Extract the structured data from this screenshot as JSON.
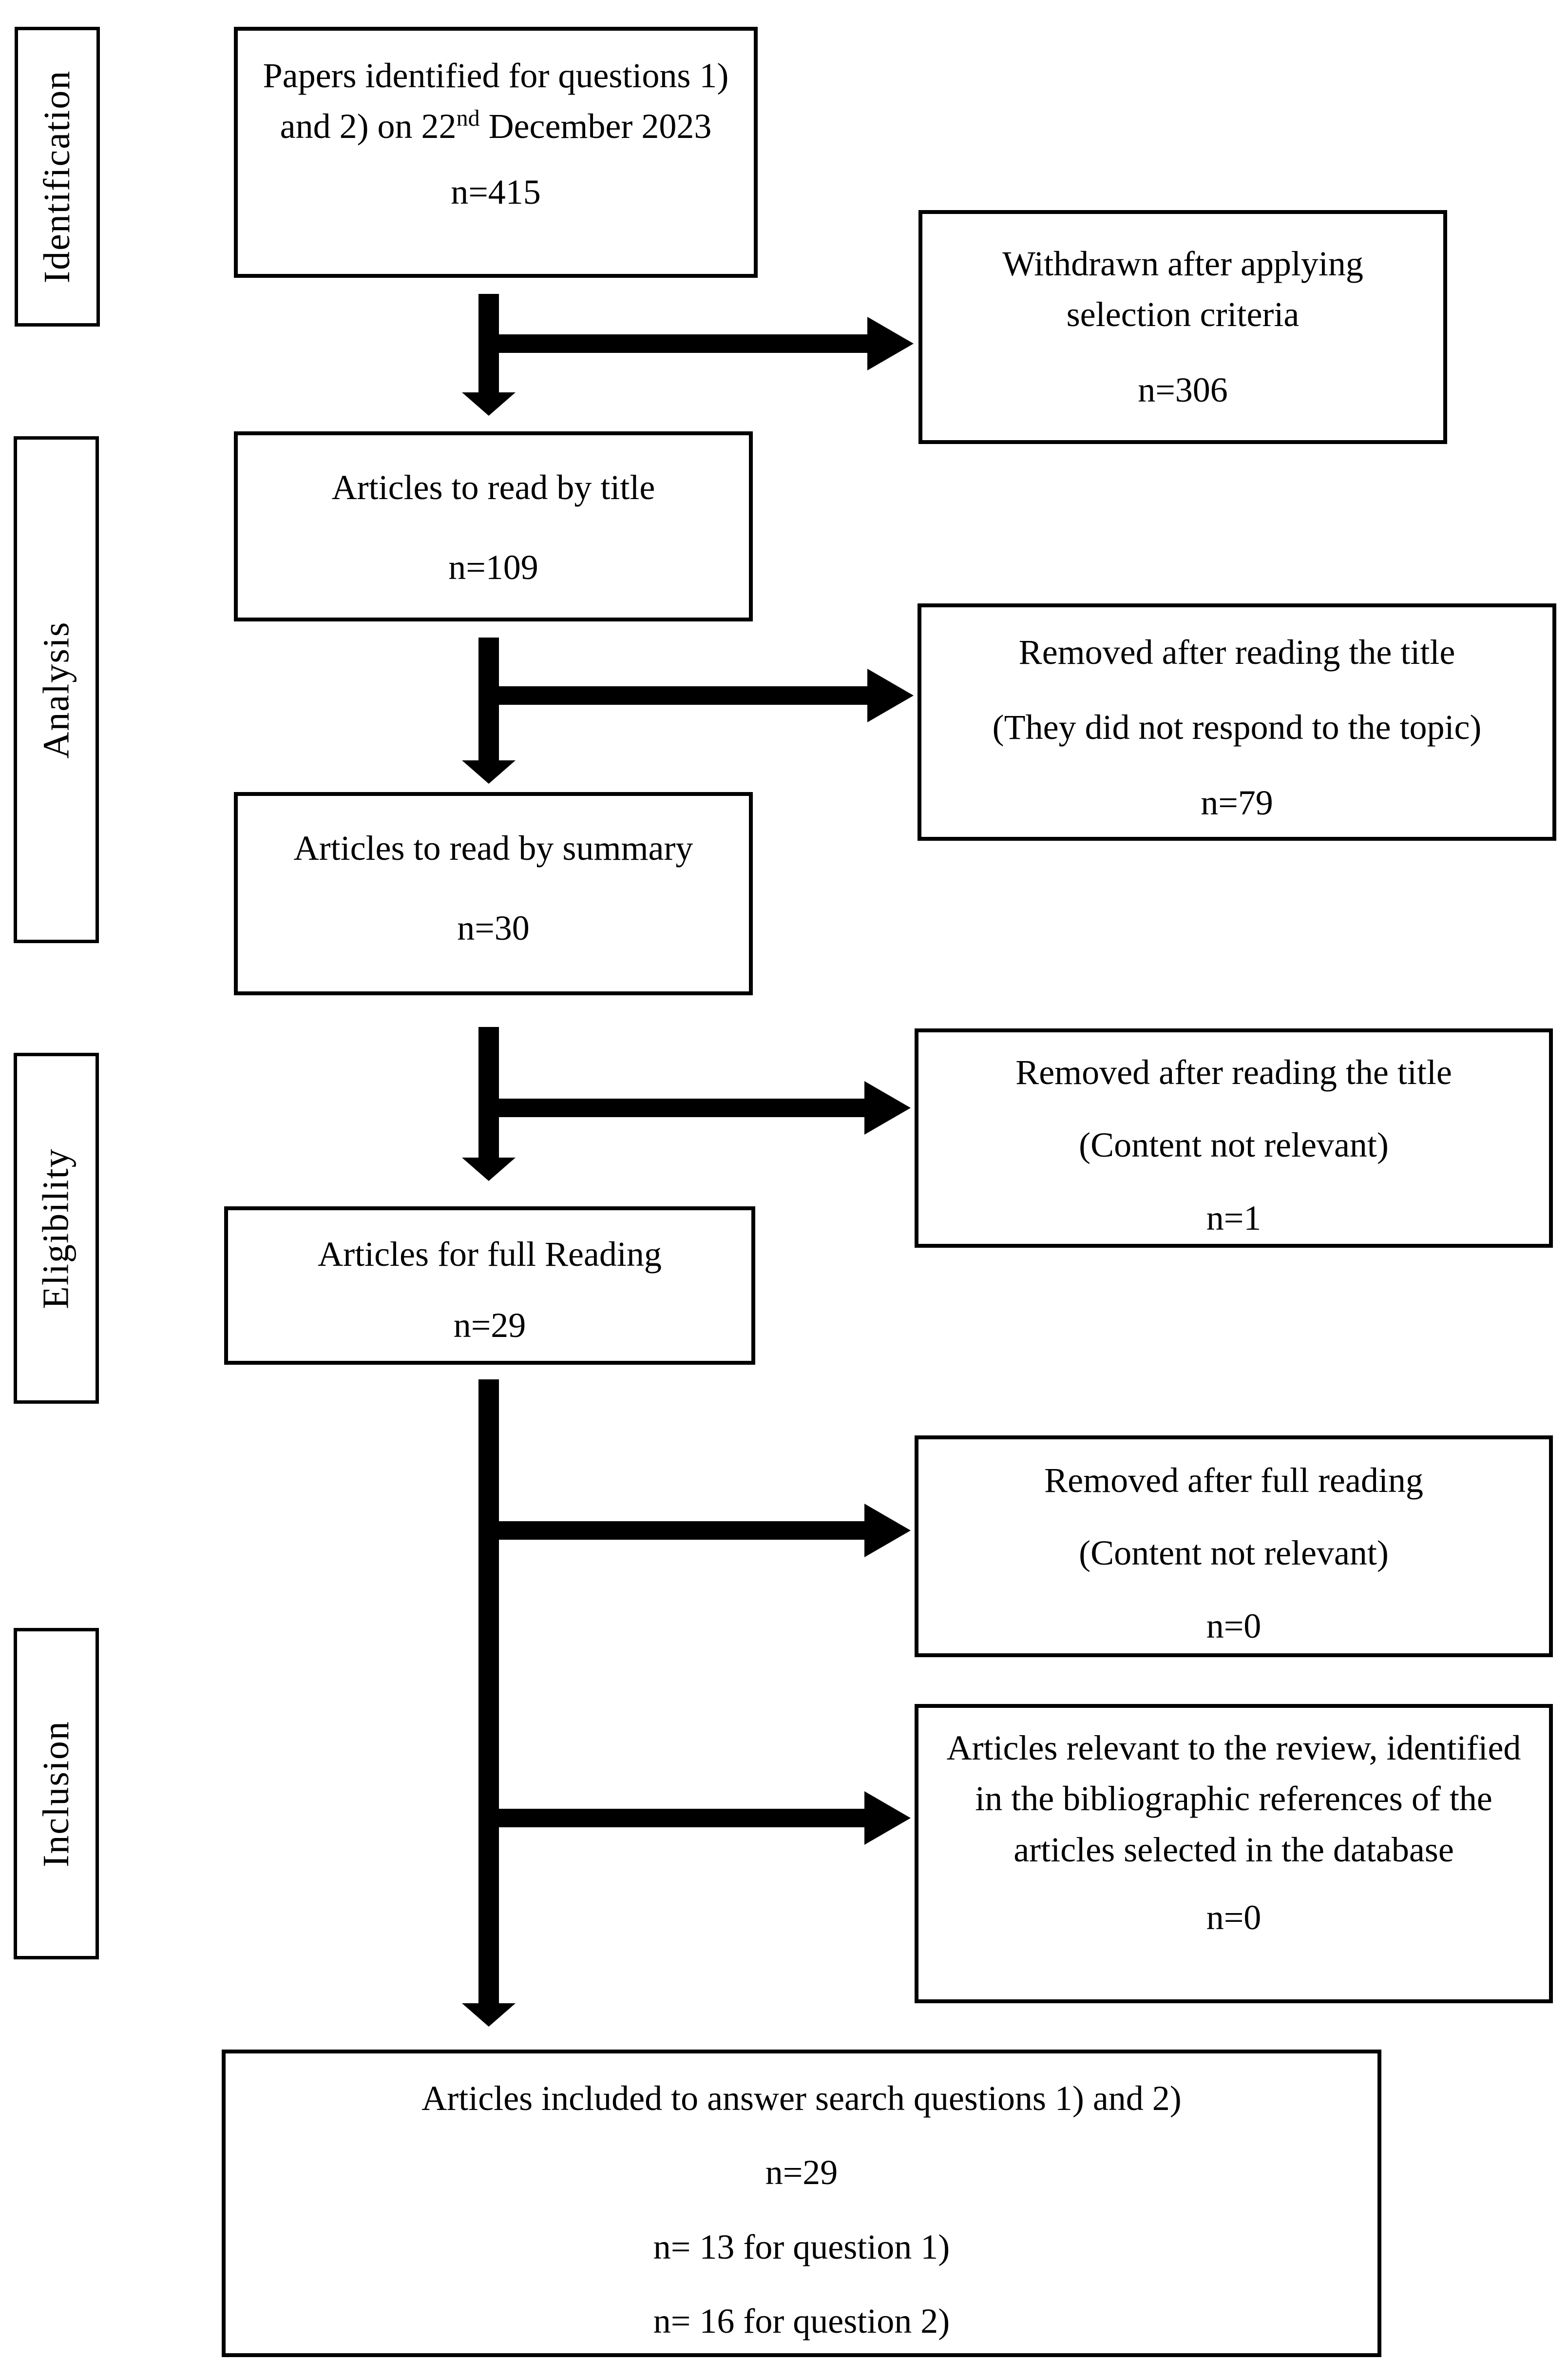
{
  "diagram": {
    "stages": {
      "identification": "Identification",
      "analysis": "Analysis",
      "eligibility": "Eligibility",
      "inclusion": "Inclusion"
    },
    "main": {
      "papers_identified": {
        "text_pre_sup": "Papers identified for questions 1) and 2) on 22",
        "sup": "nd",
        "text_post_sup": " December 2023",
        "count": "n=415"
      },
      "read_by_title": {
        "text": "Articles to read by title",
        "count": "n=109"
      },
      "read_by_summary": {
        "text": "Articles to read by summary",
        "count": "n=30"
      },
      "full_reading": {
        "text": "Articles for full Reading",
        "count": "n=29"
      },
      "included": {
        "line1": "Articles included to answer search questions 1) and 2)",
        "line2": "n=29",
        "line3": "n= 13 for question 1)",
        "line4": "n= 16 for question 2)"
      }
    },
    "side": {
      "withdrawn": {
        "text": "Withdrawn after applying selection criteria",
        "count": "n=306"
      },
      "removed_title_topic": {
        "text": "Removed after reading the title",
        "sub": "(They did not respond to the topic)",
        "count": "n=79"
      },
      "removed_title_relevance": {
        "text": "Removed after reading the title",
        "sub": "(Content not relevant)",
        "count": "n=1"
      },
      "removed_full_reading": {
        "text": "Removed after full reading",
        "sub": "(Content not relevant)",
        "count": "n=0"
      },
      "bibliographic": {
        "text": "Articles relevant to the review, identified in the bibliographic references of the articles selected in the database",
        "count": "n=0"
      }
    }
  }
}
